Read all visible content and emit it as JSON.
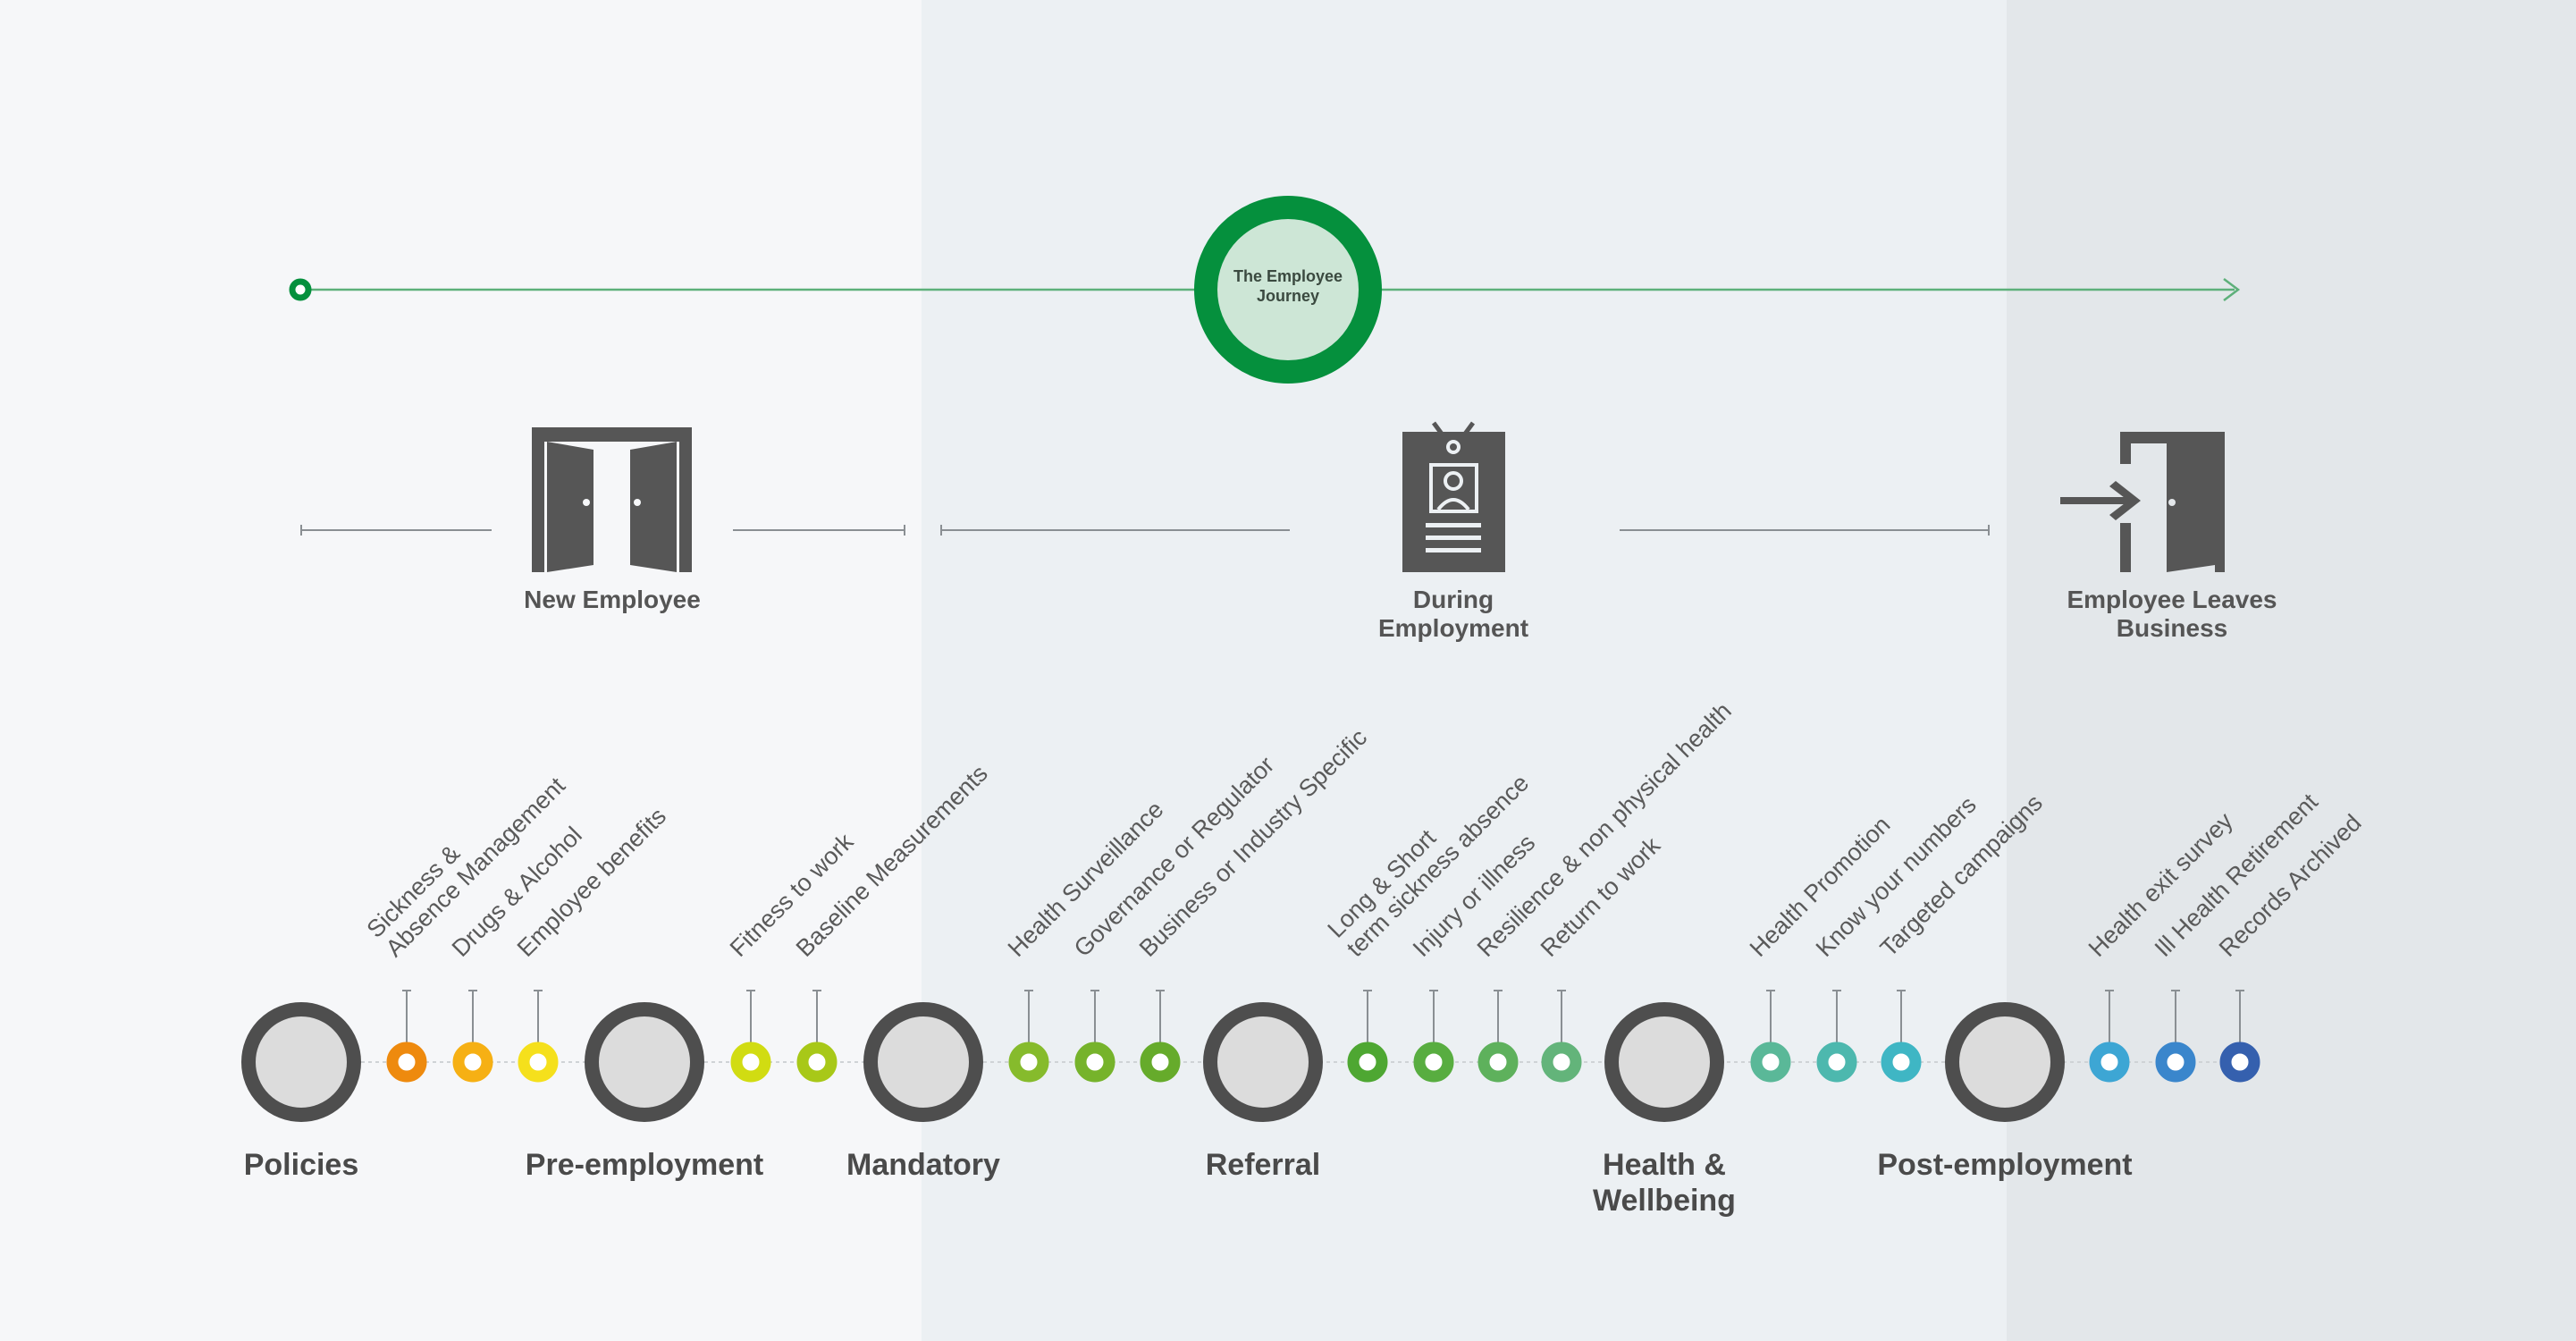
{
  "title": "The Employee Journey",
  "phases": [
    {
      "label": "New Employee",
      "icon": "double-door-icon"
    },
    {
      "label": "During\nEmployment",
      "icon": "id-badge-icon"
    },
    {
      "label": "Employee Leaves\nBusiness",
      "icon": "exit-door-icon"
    }
  ],
  "stages": [
    {
      "label": "Policies"
    },
    {
      "label": "Pre-employment"
    },
    {
      "label": "Mandatory"
    },
    {
      "label": "Referral"
    },
    {
      "label": "Health &\nWellbeing"
    },
    {
      "label": "Post-employment"
    }
  ],
  "items": [
    {
      "label": "Sickness &\nAbsence Management",
      "color": "#ee8a0e"
    },
    {
      "label": "Drugs & Alcohol",
      "color": "#f6b014"
    },
    {
      "label": "Employee benefits",
      "color": "#f5e01c"
    },
    {
      "label": "Fitness to work",
      "color": "#d1dc12"
    },
    {
      "label": "Baseline Measurements",
      "color": "#a8c818"
    },
    {
      "label": "Health Surveillance",
      "color": "#86bb2c"
    },
    {
      "label": "Governance or Regulator",
      "color": "#76b32b"
    },
    {
      "label": "Business or Industry Specific",
      "color": "#66ab2b"
    },
    {
      "label": "Long & Short\nterm sickness absence",
      "color": "#4ea732"
    },
    {
      "label": "Injury or illness",
      "color": "#58ad40"
    },
    {
      "label": "Resilience & non physical health",
      "color": "#5eb15c"
    },
    {
      "label": "Return to work",
      "color": "#63b47a"
    },
    {
      "label": "Health Promotion",
      "color": "#5ab898"
    },
    {
      "label": "Know your numbers",
      "color": "#4db8ae"
    },
    {
      "label": "Targeted campaigns",
      "color": "#3fb6c4"
    },
    {
      "label": "Health exit survey",
      "color": "#3da6d4"
    },
    {
      "label": "Ill Health Retirement",
      "color": "#3a86cc"
    },
    {
      "label": "Records Archived",
      "color": "#3560ae"
    }
  ],
  "colors": {
    "brand_green": "#05903d",
    "hub_fill": "#cde6d6",
    "icon_gray": "#565656",
    "stage_ring": "#4e4e4e",
    "stage_fill": "#dcdcdc"
  }
}
